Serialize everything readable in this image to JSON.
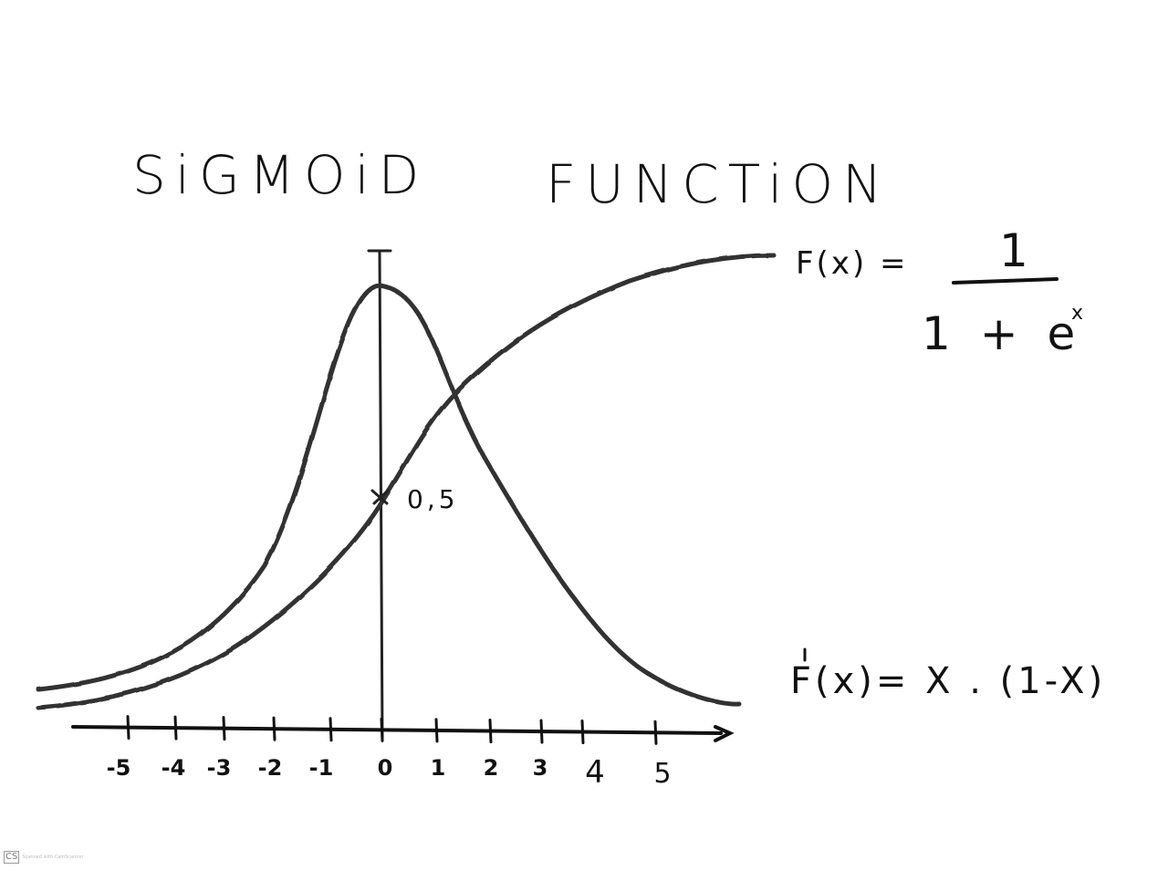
{
  "diagram": {
    "title_word1": "SiGMOiD",
    "title_word2": "FUNCTiON",
    "sigmoid_formula": {
      "lhs": "F(x) =",
      "numerator": "1",
      "denominator": "1 + e"
    },
    "derivative_formula": {
      "lhs": "F(x)= X . (1-X)"
    },
    "point_label": "0,5",
    "x_axis": {
      "tick_labels": [
        "-5",
        "-4",
        "-3",
        "-2",
        "-1",
        "0",
        "1",
        "2",
        "3",
        "4",
        "5"
      ]
    },
    "scanner_stamp": {
      "logo": "CS",
      "text": "Scanned with CamScanner"
    }
  }
}
